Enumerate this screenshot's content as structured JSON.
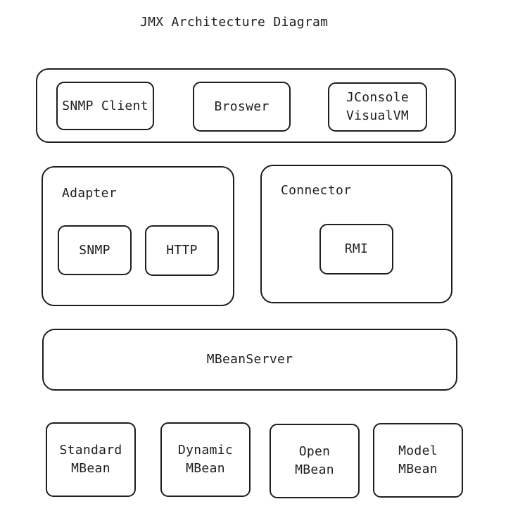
{
  "title": "JMX Architecture Diagram",
  "clients": {
    "snmp_client": "SNMP Client",
    "browser": "Broswer",
    "jconsole": "JConsole\nVisualVM"
  },
  "adapter": {
    "label": "Adapter",
    "snmp": "SNMP",
    "http": "HTTP"
  },
  "connector": {
    "label": "Connector",
    "rmi": "RMI"
  },
  "mbean_server": "MBeanServer",
  "mbeans": {
    "standard": "Standard\nMBean",
    "dynamic": "Dynamic\nMBean",
    "open": "Open\nMBean",
    "model": "Model\nMBean"
  }
}
